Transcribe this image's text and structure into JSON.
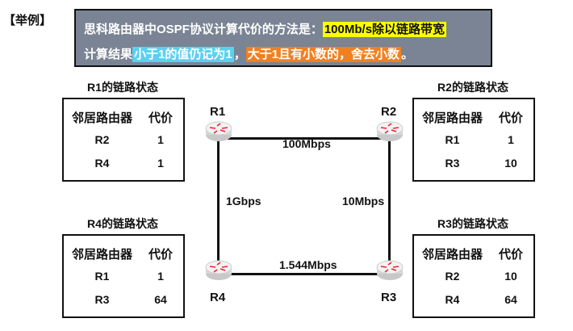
{
  "example_label": "【举例】",
  "banner": {
    "line1_plain": "思科路由器中OSPF协议计算代价的方法是：",
    "line1_highlight": "100Mb/s除以链路带宽",
    "line2_plain": "计算结果",
    "line2_blue": "小于1的值仍记为1",
    "line2_comma": "，",
    "line2_orange": "大于1且有小数的，舍去小数",
    "line2_end": "。"
  },
  "tables": [
    {
      "title": "R1的链路状态",
      "headers": [
        "邻居路由器",
        "代价"
      ],
      "rows": [
        [
          "R2",
          "1"
        ],
        [
          "R4",
          "1"
        ]
      ]
    },
    {
      "title": "R2的链路状态",
      "headers": [
        "邻居路由器",
        "代价"
      ],
      "rows": [
        [
          "R1",
          "1"
        ],
        [
          "R3",
          "10"
        ]
      ]
    },
    {
      "title": "R4的链路状态",
      "headers": [
        "邻居路由器",
        "代价"
      ],
      "rows": [
        [
          "R1",
          "1"
        ],
        [
          "R3",
          "64"
        ]
      ]
    },
    {
      "title": "R3的链路状态",
      "headers": [
        "邻居路由器",
        "代价"
      ],
      "rows": [
        [
          "R2",
          "10"
        ],
        [
          "R4",
          "64"
        ]
      ]
    }
  ],
  "routers": [
    "R1",
    "R2",
    "R4",
    "R3"
  ],
  "links": {
    "r1_r2": "100Mbps",
    "r1_r4": "1Gbps",
    "r2_r3": "10Mbps",
    "r4_r3": "1.544Mbps"
  }
}
